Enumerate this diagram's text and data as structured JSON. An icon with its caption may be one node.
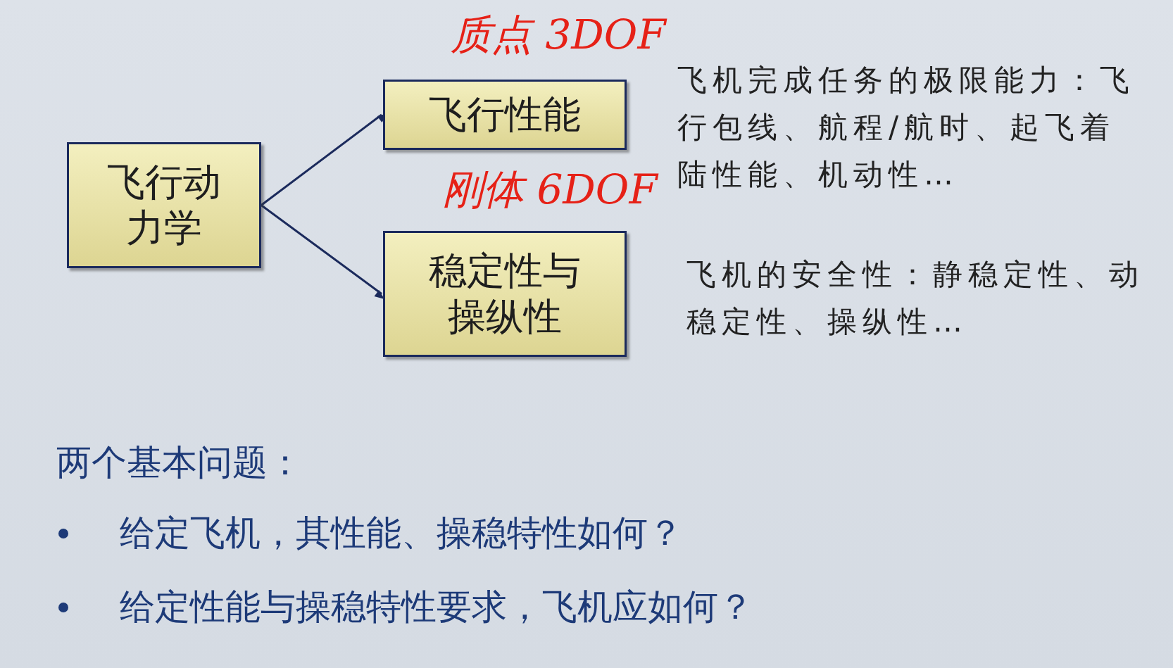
{
  "diagram": {
    "nodes": [
      {
        "text": [
          "飞行动力学"
        ]
      },
      {
        "text": [
          "飞行性能"
        ]
      },
      {
        "text": [
          "稳定性与操纵性"
        ]
      }
    ],
    "edges": [
      {
        "from": 0,
        "to": 1,
        "arrow": "to"
      },
      {
        "from": 0,
        "to": 2,
        "arrow": "to"
      }
    ],
    "labels": [
      "质点 3DOF",
      "飞机完成任务的极限能力：飞行包线、航程/航时、起飞着陆性能、机动性…",
      "刚体 6DOF",
      "飞机的安全性：静稳定性、动稳定性、操纵性…",
      "两个基本问题：",
      "给定飞机，其性能、操稳特性如何？",
      "给定性能与操稳特性要求，飞机应如何？"
    ]
  }
}
